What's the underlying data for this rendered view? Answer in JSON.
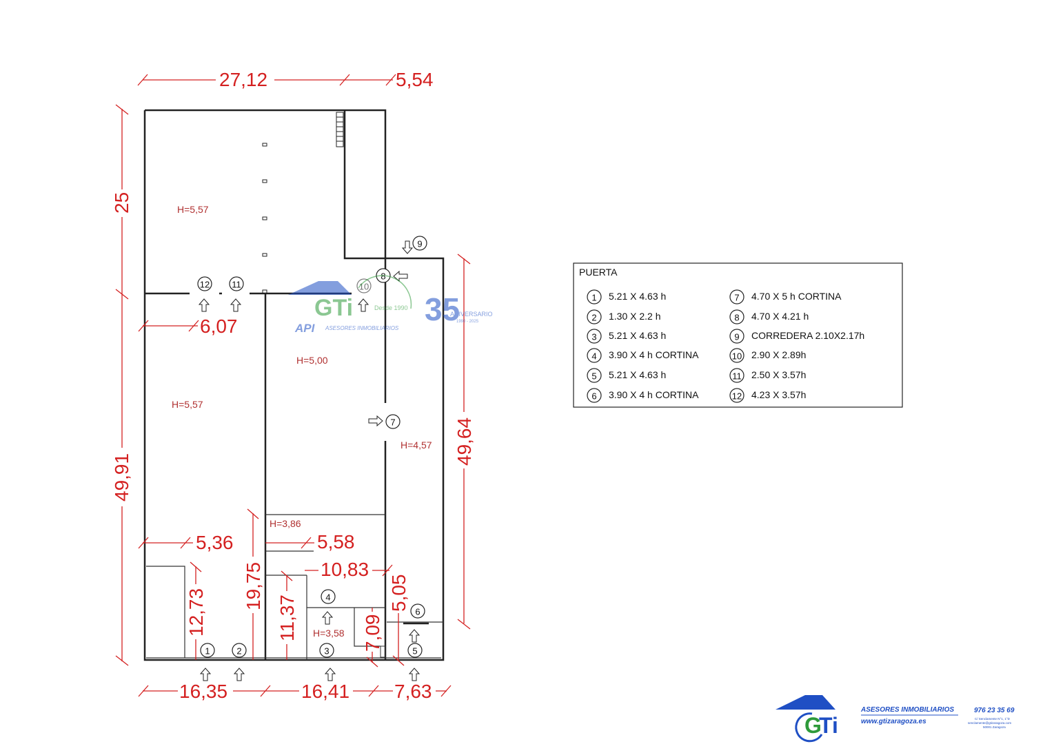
{
  "dimensions": {
    "top_left": "27,12",
    "top_right": "5,54",
    "left_upper": "25",
    "left_lower": "49,91",
    "right": "49,64",
    "inner_607": "6,07",
    "inner_536": "5,36",
    "inner_558": "5,58",
    "inner_1083": "10,83",
    "inner_1273": "12,73",
    "inner_1975": "19,75",
    "inner_1137": "11,37",
    "inner_709": "7,09",
    "inner_505": "5,05",
    "bottom_1": "16,35",
    "bottom_2": "16,41",
    "bottom_3": "7,63"
  },
  "heights": {
    "room_top": "H=5,57",
    "room_left": "H=5,57",
    "room_center": "H=5,00",
    "room_right": "H=4,57",
    "room_small_1": "H=3,86",
    "room_small_2": "H=3,58"
  },
  "door_markers": [
    "1",
    "2",
    "3",
    "4",
    "5",
    "6",
    "7",
    "8",
    "9",
    "10",
    "11",
    "12"
  ],
  "legend": {
    "title": "PUERTA",
    "items": [
      {
        "num": "1",
        "text": "5.21 X 4.63 h"
      },
      {
        "num": "2",
        "text": "1.30 X 2.2 h"
      },
      {
        "num": "3",
        "text": "5.21 X 4.63 h"
      },
      {
        "num": "4",
        "text": "3.90 X 4 h CORTINA"
      },
      {
        "num": "5",
        "text": "5.21 X 4.63 h"
      },
      {
        "num": "6",
        "text": "3.90 X 4 h CORTINA"
      },
      {
        "num": "7",
        "text": "4.70 X 5 h CORTINA"
      },
      {
        "num": "8",
        "text": "4.70 X 4.21 h"
      },
      {
        "num": "9",
        "text": "CORREDERA 2.10X2.17h"
      },
      {
        "num": "10",
        "text": "2.90 X 2.89h"
      },
      {
        "num": "11",
        "text": "2.50 X 3.57h"
      },
      {
        "num": "12",
        "text": "4.23 X 3.57h"
      }
    ]
  },
  "watermark": {
    "brand": "GTi",
    "since": "Desde 1990",
    "api": "API",
    "subtitle": "ASESORES INMOBILIARIOS",
    "anniv_num": "35",
    "anniv_label": "ANIVERSARIO",
    "anniv_years": "1990 - 2025"
  },
  "footer": {
    "company": "ASESORES INMOBILIARIOS",
    "website": "www.gtizaragoza.es",
    "phone": "976 23 35 69",
    "address_line1": "C/ Senclamente N°1, 1°D",
    "address_line2": "senclamente@gtizaragoza.com",
    "address_line3": "50001 Zaragoza"
  },
  "colors": {
    "dimension_red": "#d42020",
    "height_text": "#b03030",
    "logo_blue": "#1f4fc4",
    "logo_green": "#2e9a3a"
  }
}
